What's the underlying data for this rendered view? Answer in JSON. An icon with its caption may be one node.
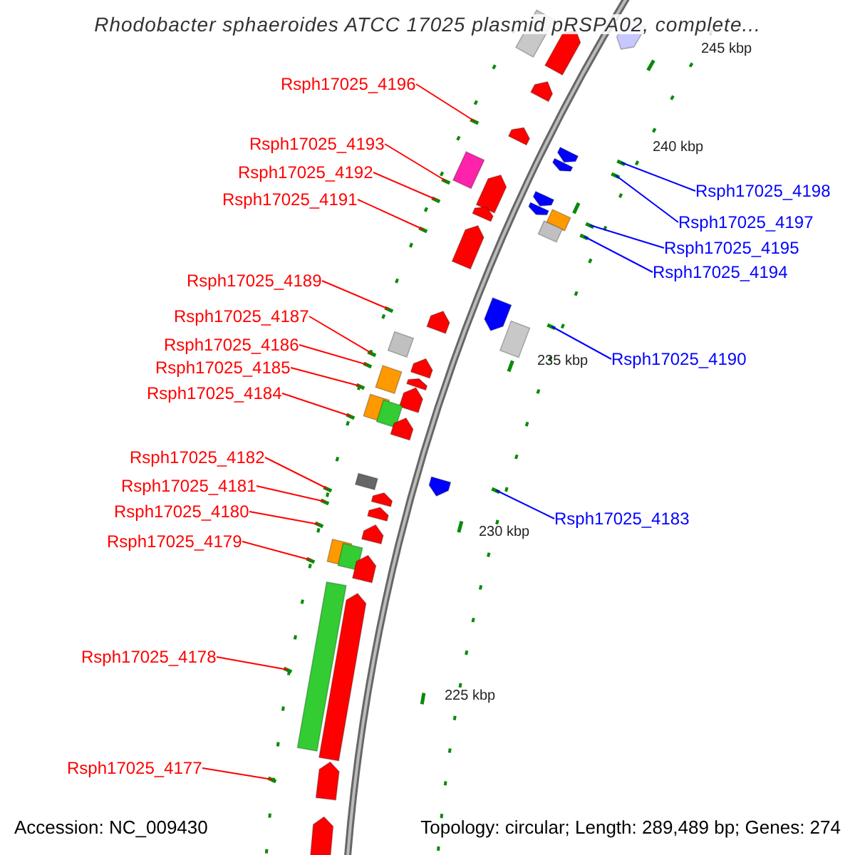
{
  "diagram": {
    "title": "Rhodobacter sphaeroides ATCC 17025 plasmid pRSPA02, complete...",
    "nodes": [
      {
        "text": [
          "Rsph17025_4196"
        ]
      },
      {
        "text": [
          "Rsph17025_4193"
        ]
      },
      {
        "text": [
          "Rsph17025_4192"
        ]
      },
      {
        "text": [
          "Rsph17025_4191"
        ]
      },
      {
        "text": [
          "Rsph17025_4189"
        ]
      },
      {
        "text": [
          "Rsph17025_4187"
        ]
      },
      {
        "text": [
          "Rsph17025_4186"
        ]
      },
      {
        "text": [
          "Rsph17025_4185"
        ]
      },
      {
        "text": [
          "Rsph17025_4184"
        ]
      },
      {
        "text": [
          "Rsph17025_4182"
        ]
      },
      {
        "text": [
          "Rsph17025_4181"
        ]
      },
      {
        "text": [
          "Rsph17025_4180"
        ]
      },
      {
        "text": [
          "Rsph17025_4179"
        ]
      },
      {
        "text": [
          "Rsph17025_4178"
        ]
      },
      {
        "text": [
          "Rsph17025_4177"
        ]
      },
      {
        "text": [
          "Rsph17025_4198"
        ]
      },
      {
        "text": [
          "Rsph17025_4197"
        ]
      },
      {
        "text": [
          "Rsph17025_4195"
        ]
      },
      {
        "text": [
          "Rsph17025_4194"
        ]
      },
      {
        "text": [
          "Rsph17025_4190"
        ]
      },
      {
        "text": [
          "Rsph17025_4183"
        ]
      }
    ],
    "edges": [
      {
        "from": 0,
        "to": null,
        "arrow": "none"
      },
      {
        "from": 1,
        "to": null,
        "arrow": "none"
      },
      {
        "from": 2,
        "to": null,
        "arrow": "none"
      },
      {
        "from": 3,
        "to": null,
        "arrow": "none"
      },
      {
        "from": 4,
        "to": null,
        "arrow": "none"
      },
      {
        "from": 5,
        "to": null,
        "arrow": "none"
      },
      {
        "from": 6,
        "to": null,
        "arrow": "none"
      },
      {
        "from": 7,
        "to": null,
        "arrow": "none"
      },
      {
        "from": 8,
        "to": null,
        "arrow": "none"
      },
      {
        "from": 9,
        "to": null,
        "arrow": "none"
      },
      {
        "from": 10,
        "to": null,
        "arrow": "none"
      },
      {
        "from": 11,
        "to": null,
        "arrow": "none"
      },
      {
        "from": 12,
        "to": null,
        "arrow": "none"
      },
      {
        "from": 13,
        "to": null,
        "arrow": "none"
      },
      {
        "from": 14,
        "to": null,
        "arrow": "none"
      },
      {
        "from": 15,
        "to": null,
        "arrow": "none",
        "color": "#0000ff"
      },
      {
        "from": 16,
        "to": null,
        "arrow": "none",
        "color": "#0000ff"
      },
      {
        "from": 17,
        "to": null,
        "arrow": "none",
        "color": "#0000ff"
      },
      {
        "from": 18,
        "to": null,
        "arrow": "none",
        "color": "#0000ff"
      },
      {
        "from": 19,
        "to": null,
        "arrow": "none",
        "color": "#0000ff"
      },
      {
        "from": 20,
        "to": null,
        "arrow": "none",
        "color": "#0000ff"
      }
    ],
    "labels": [
      "245 kbp",
      "240 kbp",
      "235 kbp",
      "230 kbp",
      "225 kbp",
      "Accession: NC_009430",
      "Topology: circular; Length: 289,489 bp; Genes: 274"
    ]
  }
}
